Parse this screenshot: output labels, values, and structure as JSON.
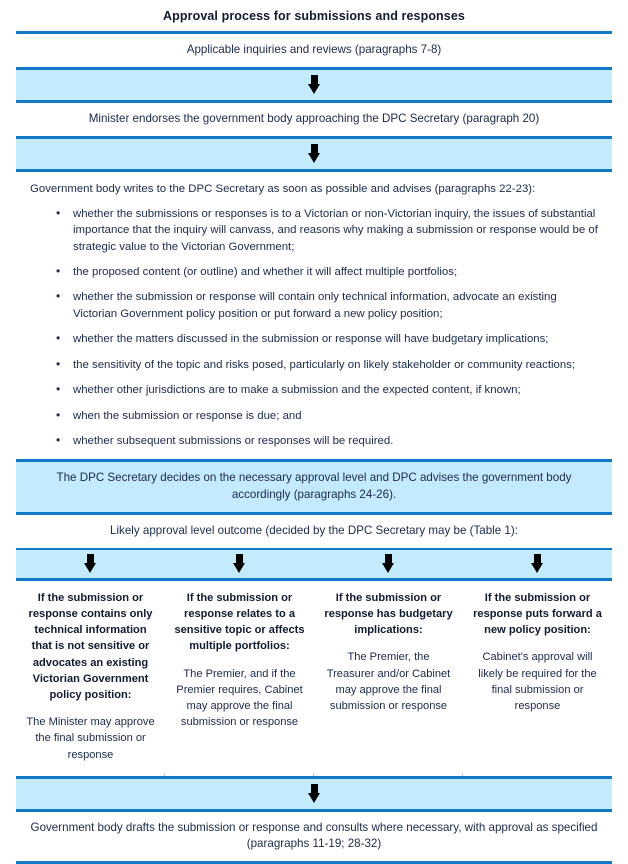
{
  "colors": {
    "rule": "#1278c8",
    "panel_fill": "#c4eafd",
    "text": "#1b2a4a",
    "heading": "#101b2e"
  },
  "title": "Approval process for submissions and responses",
  "steps": {
    "step1": "Applicable inquiries and reviews (paragraphs 7-8)",
    "step2": "Minister endorses the government body approaching the DPC Secretary (paragraph 20)",
    "list_intro": "Government body writes to the DPC Secretary as soon as possible and advises (paragraphs 22-23):",
    "bullets": [
      "whether the submissions or responses is to a Victorian or non-Victorian inquiry, the issues of substantial importance that the inquiry will canvass, and reasons why making a submission or response would be of strategic value to the Victorian Government;",
      "the proposed content (or outline) and whether it will affect multiple portfolios;",
      "whether the submission or response will contain only technical information, advocate an existing Victorian Government policy position or put forward a new policy position;",
      "whether the matters discussed in the submission or response will have budgetary implications;",
      "the sensitivity of the topic and risks posed, particularly on likely stakeholder or community reactions;",
      "whether other jurisdictions are to make a submission and the expected content, if known;",
      "when the submission or response is due; and",
      "whether subsequent submissions or responses will be required."
    ],
    "decision": "The DPC Secretary decides on the necessary approval level and DPC advises the government body accordingly (paragraphs 24-26).",
    "outcome_intro": "Likely approval level outcome (decided by the DPC Secretary may be (Table 1):",
    "final": "Government body drafts the submission or response and consults where necessary, with approval as specified (paragraphs 11-19; 28-32)"
  },
  "outcomes": [
    {
      "heading": "If the submission or response contains only technical information that is not sensitive or advocates an existing Victorian Government policy position:",
      "body": "The Minister may approve the final submission or response"
    },
    {
      "heading": "If the submission or response relates to a sensitive topic or affects multiple portfolios:",
      "body": "The Premier, and if the Premier requires, Cabinet may approve the final submission or response"
    },
    {
      "heading": "If the submission or response has budgetary implications:",
      "body": "The Premier, the Treasurer and/or Cabinet may approve the final submission or response"
    },
    {
      "heading": "If the submission or response puts forward a new policy position:",
      "body": "Cabinet's approval will likely be required for the final submission or response"
    }
  ]
}
